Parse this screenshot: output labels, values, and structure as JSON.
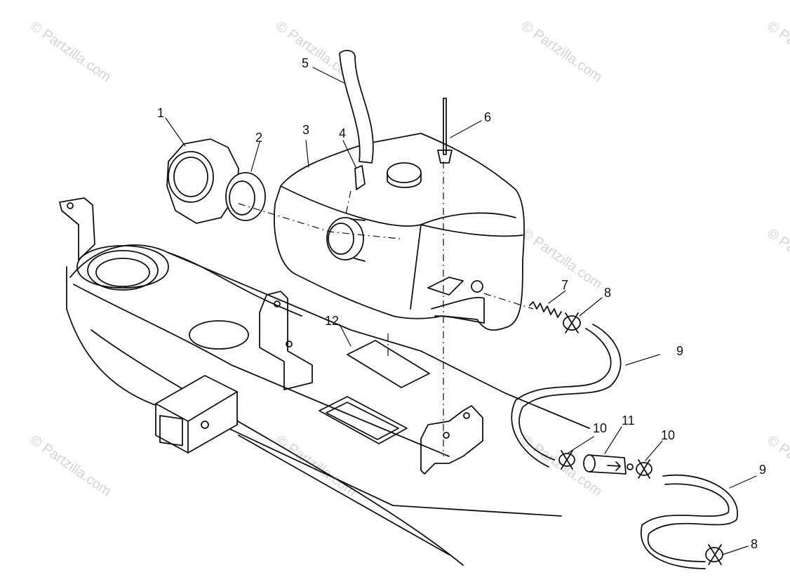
{
  "watermark": "© Partzilla.com",
  "callouts": [
    {
      "id": "c1",
      "label": "1"
    },
    {
      "id": "c2",
      "label": "2"
    },
    {
      "id": "c3",
      "label": "3"
    },
    {
      "id": "c4",
      "label": "4"
    },
    {
      "id": "c5",
      "label": "5"
    },
    {
      "id": "c6",
      "label": "6"
    },
    {
      "id": "c7",
      "label": "7"
    },
    {
      "id": "c8a",
      "label": "8"
    },
    {
      "id": "c8b",
      "label": "8"
    },
    {
      "id": "c9a",
      "label": "9"
    },
    {
      "id": "c9b",
      "label": "9"
    },
    {
      "id": "c10a",
      "label": "10"
    },
    {
      "id": "c10b",
      "label": "10"
    },
    {
      "id": "c11",
      "label": "11"
    },
    {
      "id": "c12",
      "label": "12"
    }
  ]
}
